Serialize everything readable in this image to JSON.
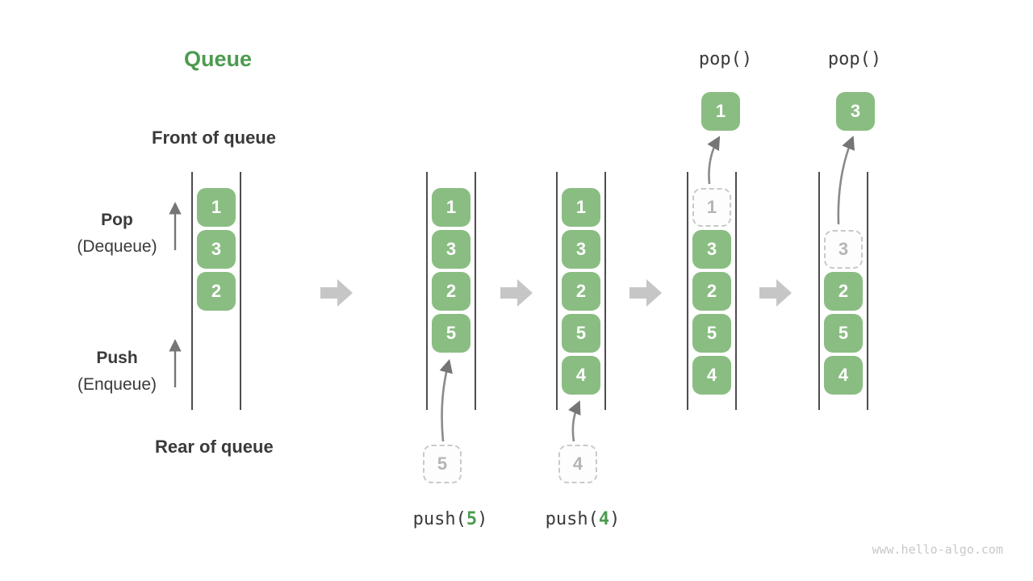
{
  "title": "Queue",
  "labels": {
    "front": "Front of queue",
    "rear": "Rear of queue",
    "pop": "Pop",
    "pop_sub": "(Dequeue)",
    "push": "Push",
    "push_sub": "(Enqueue)"
  },
  "operations": {
    "pop1": "pop()",
    "pop2": "pop()",
    "push1": {
      "fn": "push(",
      "arg": "5",
      "close": ")"
    },
    "push2": {
      "fn": "push(",
      "arg": "4",
      "close": ")"
    }
  },
  "queues": {
    "state1": {
      "cells": [
        "1",
        "3",
        "2"
      ]
    },
    "state2": {
      "cells": [
        "1",
        "3",
        "2",
        "5"
      ],
      "incoming": "5"
    },
    "state3": {
      "cells": [
        "1",
        "3",
        "2",
        "5",
        "4"
      ],
      "incoming": "4"
    },
    "state4": {
      "ghost": "1",
      "cells": [
        "3",
        "2",
        "5",
        "4"
      ],
      "popped": "1"
    },
    "state5": {
      "ghost": "3",
      "cells": [
        "2",
        "5",
        "4"
      ],
      "popped": "3"
    }
  },
  "colors": {
    "cell_green": "#8abd82",
    "accent_green": "#4c9b50",
    "text_dark": "#3a3a3a",
    "thin_arrow_gray": "#757575",
    "block_arrow_gray": "#c6c6c6",
    "ghost_border": "#c9c9c9",
    "ghost_text": "#b5b5b5",
    "wall_line": "#4d4d4d"
  },
  "watermark": "www.hello-algo.com"
}
